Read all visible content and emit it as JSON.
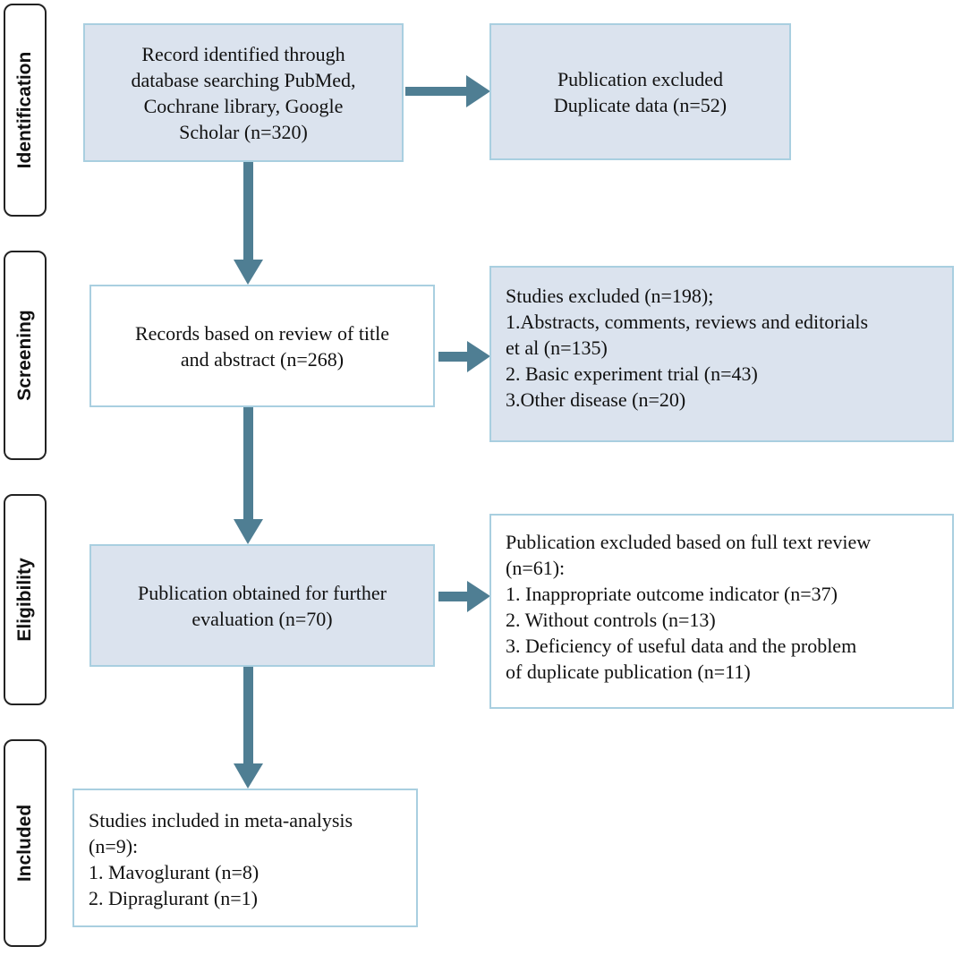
{
  "stages": [
    {
      "id": "identification",
      "label": "Identification"
    },
    {
      "id": "screening",
      "label": "Screening"
    },
    {
      "id": "eligibility",
      "label": "Eligibility"
    },
    {
      "id": "included",
      "label": "Included"
    }
  ],
  "boxes": {
    "records_identified": {
      "lines": [
        "Record identified through",
        "database searching PubMed,",
        "Cochrane library, Google",
        "Scholar (n=320)"
      ]
    },
    "excluded_duplicates": {
      "lines": [
        "Publication excluded",
        "Duplicate data (n=52)"
      ]
    },
    "records_screened": {
      "lines": [
        "Records based on review of title",
        "and abstract (n=268)"
      ]
    },
    "excluded_screening": {
      "lines": [
        "Studies excluded (n=198);",
        "1.Abstracts, comments, reviews and editorials",
        "et al (n=135)",
        "2. Basic experiment trial (n=43)",
        "3.Other disease (n=20)"
      ]
    },
    "full_text": {
      "lines": [
        "Publication obtained for further",
        "evaluation (n=70)"
      ]
    },
    "excluded_full_text": {
      "lines": [
        "Publication excluded based on full text review",
        "(n=61):",
        "1. Inappropriate outcome indicator (n=37)",
        "2. Without controls (n=13)",
        "3. Deficiency of useful data and the problem",
        "of duplicate publication (n=11)"
      ]
    },
    "included_studies": {
      "lines": [
        "Studies included in meta-analysis",
        "(n=9):",
        "1. Mavoglurant (n=8)",
        "2. Dipraglurant (n=1)"
      ]
    }
  },
  "colors": {
    "box_fill": "#dbe3ee",
    "box_border": "#a9cfe0",
    "arrow": "#4f7e93"
  }
}
